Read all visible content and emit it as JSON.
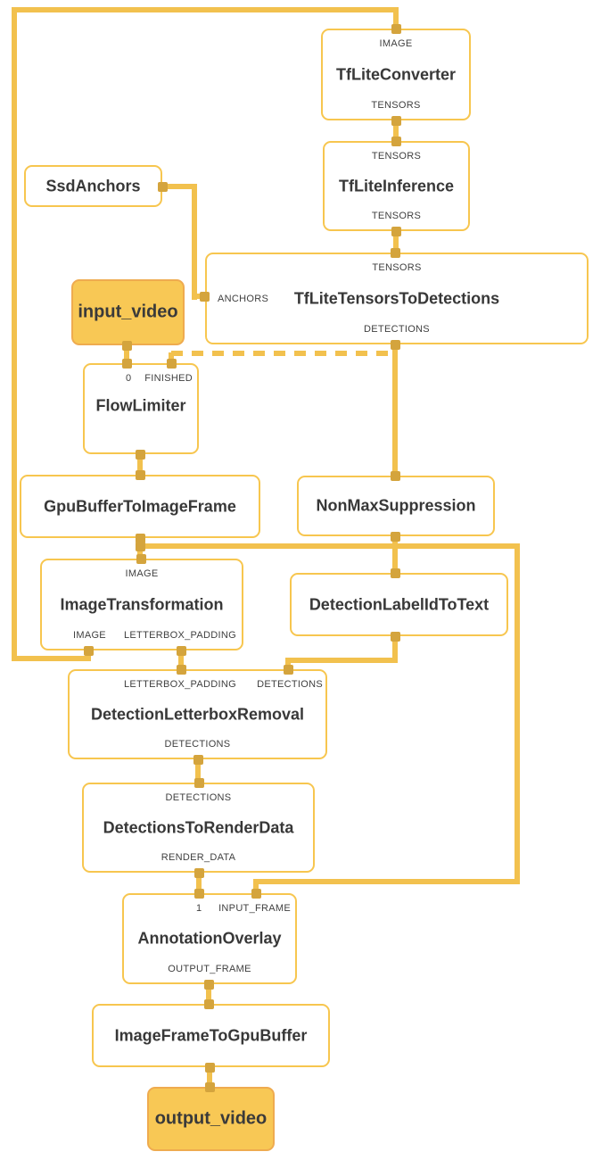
{
  "diagram": {
    "title_hint": "mediapipe-object-detection-graph",
    "colors": {
      "edge": "#f2c14e",
      "node_border": "#f7c64f",
      "port": "#d4a43d",
      "stream_fill": "#f8c855",
      "stream_border": "#efab4f",
      "text": "#3b3b3b"
    },
    "nodes": [
      {
        "id": "tflite_converter",
        "title": "TfLiteConverter",
        "top_ports": [
          "IMAGE"
        ],
        "bottom_ports": [
          "TENSORS"
        ]
      },
      {
        "id": "tflite_inference",
        "title": "TfLiteInference",
        "top_ports": [
          "TENSORS"
        ],
        "bottom_ports": [
          "TENSORS"
        ]
      },
      {
        "id": "ssd_anchors",
        "title": "SsdAnchors",
        "top_ports": [],
        "bottom_ports": []
      },
      {
        "id": "tflite_tensors_to_detections",
        "title": "TfLiteTensorsToDetections",
        "top_ports": [
          "TENSORS"
        ],
        "left_ports": [
          "ANCHORS"
        ],
        "bottom_ports": [
          "DETECTIONS"
        ]
      },
      {
        "id": "input_video",
        "title": "input_video",
        "kind": "stream"
      },
      {
        "id": "flow_limiter",
        "title": "FlowLimiter",
        "top_ports": [
          "0",
          "FINISHED"
        ],
        "bottom_ports": []
      },
      {
        "id": "gpu_buffer_to_image_frame",
        "title": "GpuBufferToImageFrame",
        "top_ports": [],
        "bottom_ports": []
      },
      {
        "id": "non_max_suppression",
        "title": "NonMaxSuppression",
        "top_ports": [],
        "bottom_ports": []
      },
      {
        "id": "image_transformation",
        "title": "ImageTransformation",
        "top_ports": [
          "IMAGE"
        ],
        "bottom_ports": [
          "IMAGE",
          "LETTERBOX_PADDING"
        ]
      },
      {
        "id": "detection_label_id_to_text",
        "title": "DetectionLabelIdToText",
        "top_ports": [],
        "bottom_ports": []
      },
      {
        "id": "detection_letterbox_removal",
        "title": "DetectionLetterboxRemoval",
        "top_ports": [
          "LETTERBOX_PADDING",
          "DETECTIONS"
        ],
        "bottom_ports": [
          "DETECTIONS"
        ]
      },
      {
        "id": "detections_to_render_data",
        "title": "DetectionsToRenderData",
        "top_ports": [
          "DETECTIONS"
        ],
        "bottom_ports": [
          "RENDER_DATA"
        ]
      },
      {
        "id": "annotation_overlay",
        "title": "AnnotationOverlay",
        "top_ports": [
          "1",
          "INPUT_FRAME"
        ],
        "bottom_ports": [
          "OUTPUT_FRAME"
        ]
      },
      {
        "id": "image_frame_to_gpu_buffer",
        "title": "ImageFrameToGpuBuffer",
        "top_ports": [],
        "bottom_ports": []
      },
      {
        "id": "output_video",
        "title": "output_video",
        "kind": "stream"
      }
    ],
    "edges": [
      {
        "from": "image_transformation",
        "from_port": "IMAGE",
        "to": "tflite_converter",
        "to_port": "IMAGE",
        "style": "solid"
      },
      {
        "from": "tflite_converter",
        "from_port": "TENSORS",
        "to": "tflite_inference",
        "to_port": "TENSORS",
        "style": "solid"
      },
      {
        "from": "tflite_inference",
        "from_port": "TENSORS",
        "to": "tflite_tensors_to_detections",
        "to_port": "TENSORS",
        "style": "solid"
      },
      {
        "from": "ssd_anchors",
        "from_port": "",
        "to": "tflite_tensors_to_detections",
        "to_port": "ANCHORS",
        "style": "solid"
      },
      {
        "from": "tflite_tensors_to_detections",
        "from_port": "DETECTIONS",
        "to": "non_max_suppression",
        "to_port": "",
        "style": "solid"
      },
      {
        "from": "tflite_tensors_to_detections",
        "from_port": "DETECTIONS",
        "to": "flow_limiter",
        "to_port": "FINISHED",
        "style": "dashed"
      },
      {
        "from": "input_video",
        "from_port": "",
        "to": "flow_limiter",
        "to_port": "0",
        "style": "solid"
      },
      {
        "from": "flow_limiter",
        "from_port": "",
        "to": "gpu_buffer_to_image_frame",
        "to_port": "",
        "style": "solid"
      },
      {
        "from": "gpu_buffer_to_image_frame",
        "from_port": "",
        "to": "image_transformation",
        "to_port": "IMAGE",
        "style": "solid"
      },
      {
        "from": "gpu_buffer_to_image_frame",
        "from_port": "",
        "to": "annotation_overlay",
        "to_port": "INPUT_FRAME",
        "style": "solid"
      },
      {
        "from": "non_max_suppression",
        "from_port": "",
        "to": "detection_label_id_to_text",
        "to_port": "",
        "style": "solid"
      },
      {
        "from": "image_transformation",
        "from_port": "LETTERBOX_PADDING",
        "to": "detection_letterbox_removal",
        "to_port": "LETTERBOX_PADDING",
        "style": "solid"
      },
      {
        "from": "detection_label_id_to_text",
        "from_port": "",
        "to": "detection_letterbox_removal",
        "to_port": "DETECTIONS",
        "style": "solid"
      },
      {
        "from": "detection_letterbox_removal",
        "from_port": "DETECTIONS",
        "to": "detections_to_render_data",
        "to_port": "DETECTIONS",
        "style": "solid"
      },
      {
        "from": "detections_to_render_data",
        "from_port": "RENDER_DATA",
        "to": "annotation_overlay",
        "to_port": "1",
        "style": "solid"
      },
      {
        "from": "annotation_overlay",
        "from_port": "OUTPUT_FRAME",
        "to": "image_frame_to_gpu_buffer",
        "to_port": "",
        "style": "solid"
      },
      {
        "from": "image_frame_to_gpu_buffer",
        "from_port": "",
        "to": "output_video",
        "to_port": "",
        "style": "solid"
      }
    ]
  }
}
